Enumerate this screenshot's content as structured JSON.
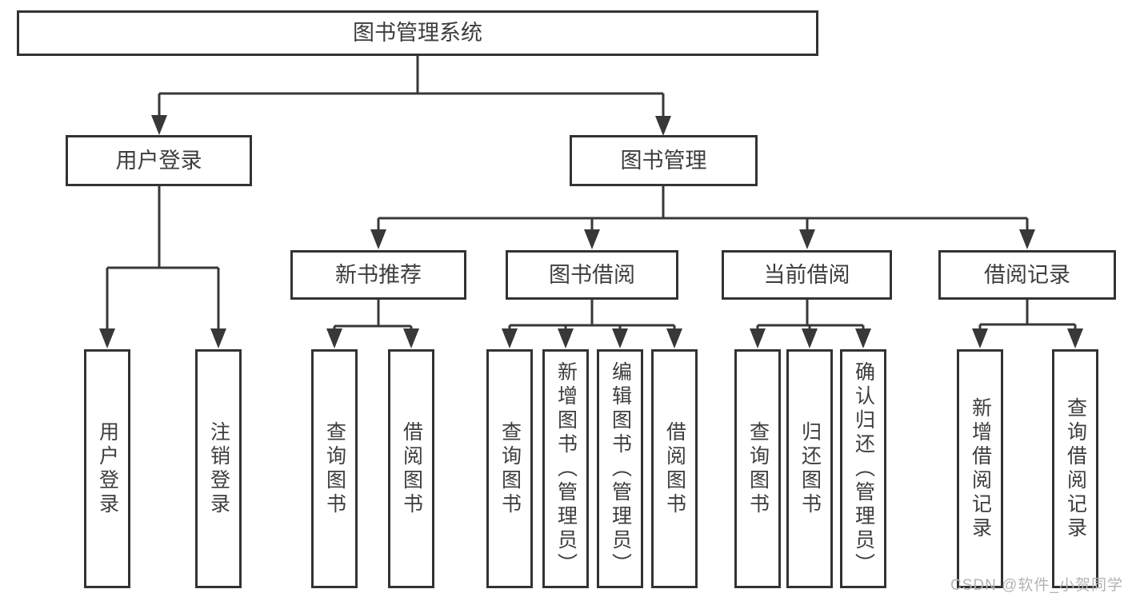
{
  "tree": {
    "root": {
      "label": "图书管理系统"
    },
    "branches": [
      {
        "label": "用户登录",
        "children": [
          {
            "label": "用户登录"
          },
          {
            "label": "注销登录"
          }
        ]
      },
      {
        "label": "图书管理",
        "sections": [
          {
            "label": "新书推荐",
            "children": [
              {
                "label": "查询图书"
              },
              {
                "label": "借阅图书"
              }
            ]
          },
          {
            "label": "图书借阅",
            "children": [
              {
                "label": "查询图书"
              },
              {
                "label": "新增图书（管理员）"
              },
              {
                "label": "编辑图书（管理员）"
              },
              {
                "label": "借阅图书"
              }
            ]
          },
          {
            "label": "当前借阅",
            "children": [
              {
                "label": "查询图书"
              },
              {
                "label": "归还图书"
              },
              {
                "label": "确认归还（管理员）"
              }
            ]
          },
          {
            "label": "借阅记录",
            "children": [
              {
                "label": "新增借阅记录"
              },
              {
                "label": "查询借阅记录"
              }
            ]
          }
        ]
      }
    ]
  },
  "watermark": "CSDN @软件_小贺同学",
  "colors": {
    "line": "#383838",
    "box_border": "#333333",
    "text": "#3d3d3d",
    "watermark": "#b3b3b3",
    "background": "#ffffff"
  }
}
